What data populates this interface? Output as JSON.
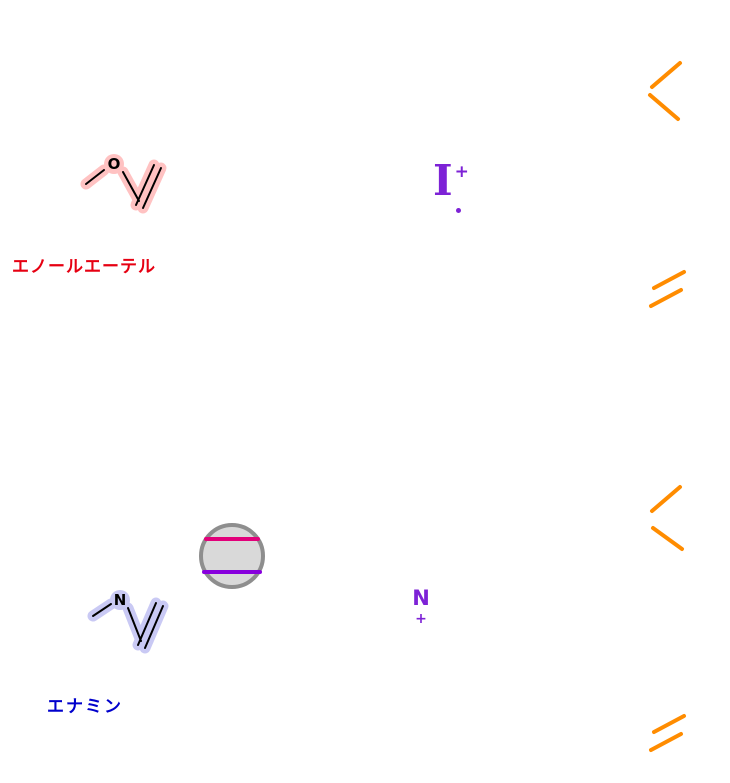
{
  "colors": {
    "bond": "#000000",
    "enol_highlight": "#ffc2c2",
    "enamine_highlight": "#c9c9f4",
    "enol_label": "#e60012",
    "enamine_label": "#0000cc",
    "cation": "#7d22d6",
    "orange_bond": "#ff8c00",
    "circle_fill": "#d9d9d9",
    "circle_stroke": "#8e8e8e",
    "magenta_line": "#e2007a",
    "purple_line": "#8800dd"
  },
  "enol_ether": {
    "label": "エノールエーテル",
    "atom": "O"
  },
  "enamine": {
    "label": "エナミン",
    "atom": "N"
  },
  "iodonium": {
    "symbol": "I",
    "charge": "+"
  },
  "iminium": {
    "symbol": "N",
    "charge": "+"
  }
}
